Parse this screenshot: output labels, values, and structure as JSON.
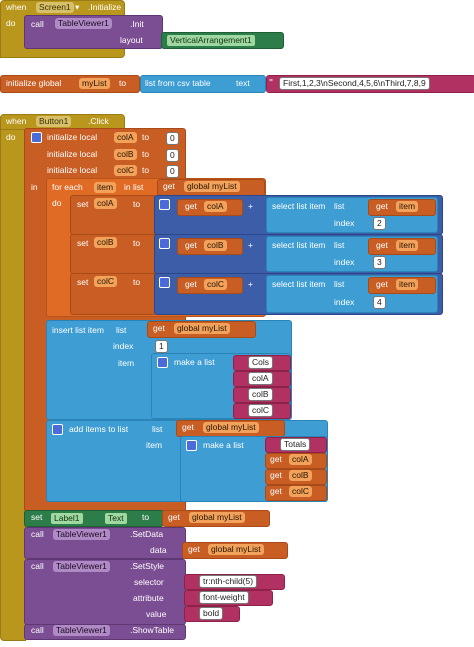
{
  "screen_init": {
    "when": "when",
    "component": "Screen1",
    "event": ".Initialize",
    "do": "do",
    "call": "call",
    "tv": "TableViewer1",
    "method": ".Init",
    "layout_label": "layout",
    "layout_value": "VerticalArrangement1"
  },
  "init_global": {
    "label": "initialize global",
    "name": "myList",
    "to": "to",
    "fn": "list from csv table",
    "text_label": "text",
    "text_value": "First,1,2,3\\nSecond,4,5,6\\nThird,7,8,9"
  },
  "button_click": {
    "when": "when",
    "component": "Button1",
    "event": ".Click",
    "do": "do"
  },
  "locals": {
    "init_local": "initialize local",
    "to": "to",
    "colA": "colA",
    "colB": "colB",
    "colC": "colC",
    "zero": "0",
    "in": "in"
  },
  "foreach": {
    "for_each": "for each",
    "item": "item",
    "in_list": "in list",
    "get": "get",
    "global_mylist": "global myList",
    "do": "do"
  },
  "set_rows": [
    {
      "set": "set",
      "var": "colA",
      "to": "to",
      "get": "get",
      "select_label": "select list item",
      "list_label": "list",
      "index_label": "index",
      "index_value": "2"
    },
    {
      "set": "set",
      "var": "colB",
      "to": "to",
      "get": "get",
      "select_label": "select list item",
      "list_label": "list",
      "index_label": "index",
      "index_value": "3"
    },
    {
      "set": "set",
      "var": "colC",
      "to": "to",
      "get": "get",
      "select_label": "select list item",
      "list_label": "list",
      "index_label": "index",
      "index_value": "4"
    }
  ],
  "op_plus": "+",
  "insert": {
    "label": "insert list item",
    "list_label": "list",
    "index_label": "index",
    "index_value": "1",
    "item_label": "item",
    "make_list": "make a list",
    "items": [
      "Cols",
      "colA",
      "colB",
      "colC"
    ]
  },
  "add_items": {
    "label": "add items to list",
    "list_label": "list",
    "item_label": "item",
    "make_list": "make a list",
    "first": "Totals",
    "vars": [
      "colA",
      "colB",
      "colC"
    ]
  },
  "set_label": {
    "set": "set",
    "component": "Label1",
    "prop": "Text",
    "to": "to"
  },
  "set_data": {
    "call": "call",
    "tv": "TableViewer1",
    "method": ".SetData",
    "data_label": "data"
  },
  "set_style": {
    "call": "call",
    "tv": "TableViewer1",
    "method": ".SetStyle",
    "selector_label": "selector",
    "selector_value": "tr:nth-child(5)",
    "attribute_label": "attribute",
    "attribute_value": "font-weight",
    "value_label": "value",
    "value_value": "bold"
  },
  "show_table": {
    "call": "call",
    "tv": "TableViewer1",
    "method": ".ShowTable"
  }
}
